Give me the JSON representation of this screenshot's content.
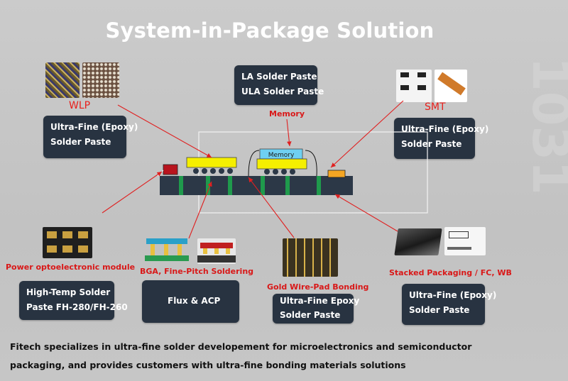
{
  "title": "System-in-Package Solution",
  "wlp": {
    "label": "WLP",
    "box": [
      "Ultra-Fine (Epoxy)",
      "Solder Paste"
    ]
  },
  "memory_top": {
    "box": [
      "LA Solder Paste",
      "ULA Solder Paste"
    ],
    "label": "Memory"
  },
  "smt": {
    "label": "SMT",
    "box": [
      "Ultra-Fine (Epoxy)",
      "Solder Paste"
    ]
  },
  "diagram": {
    "memory_chip_label": "Memory"
  },
  "power": {
    "label": "Power optoelectronic module",
    "box": [
      "High-Temp Solder",
      "Paste FH-280/FH-260"
    ]
  },
  "bga": {
    "label": "BGA, Fine-Pitch Soldering",
    "box": [
      "Flux & ACP"
    ]
  },
  "gold": {
    "label": "Gold Wire-Pad Bonding",
    "box": [
      "Ultra-Fine Epoxy",
      "Solder Paste"
    ]
  },
  "stacked": {
    "label": "Stacked Packaging / FC, WB",
    "box": [
      "Ultra-Fine (Epoxy)",
      "Solder Paste"
    ]
  },
  "footer": {
    "line1": "Fitech specializes in ultra-fine solder developement for microelectronics and semiconductor",
    "line2": "packaging, and provides customers with ultra-fine bonding materials solutions"
  },
  "colors": {
    "box_bg": "#283341",
    "label_red": "#e8201c",
    "arrow_red": "#e02020",
    "chip_yellow": "#f5ef00",
    "memory_blue": "#6fd0f2",
    "substrate": "#2c3847",
    "via_green": "#1f9a4c"
  },
  "watermark": "1031"
}
